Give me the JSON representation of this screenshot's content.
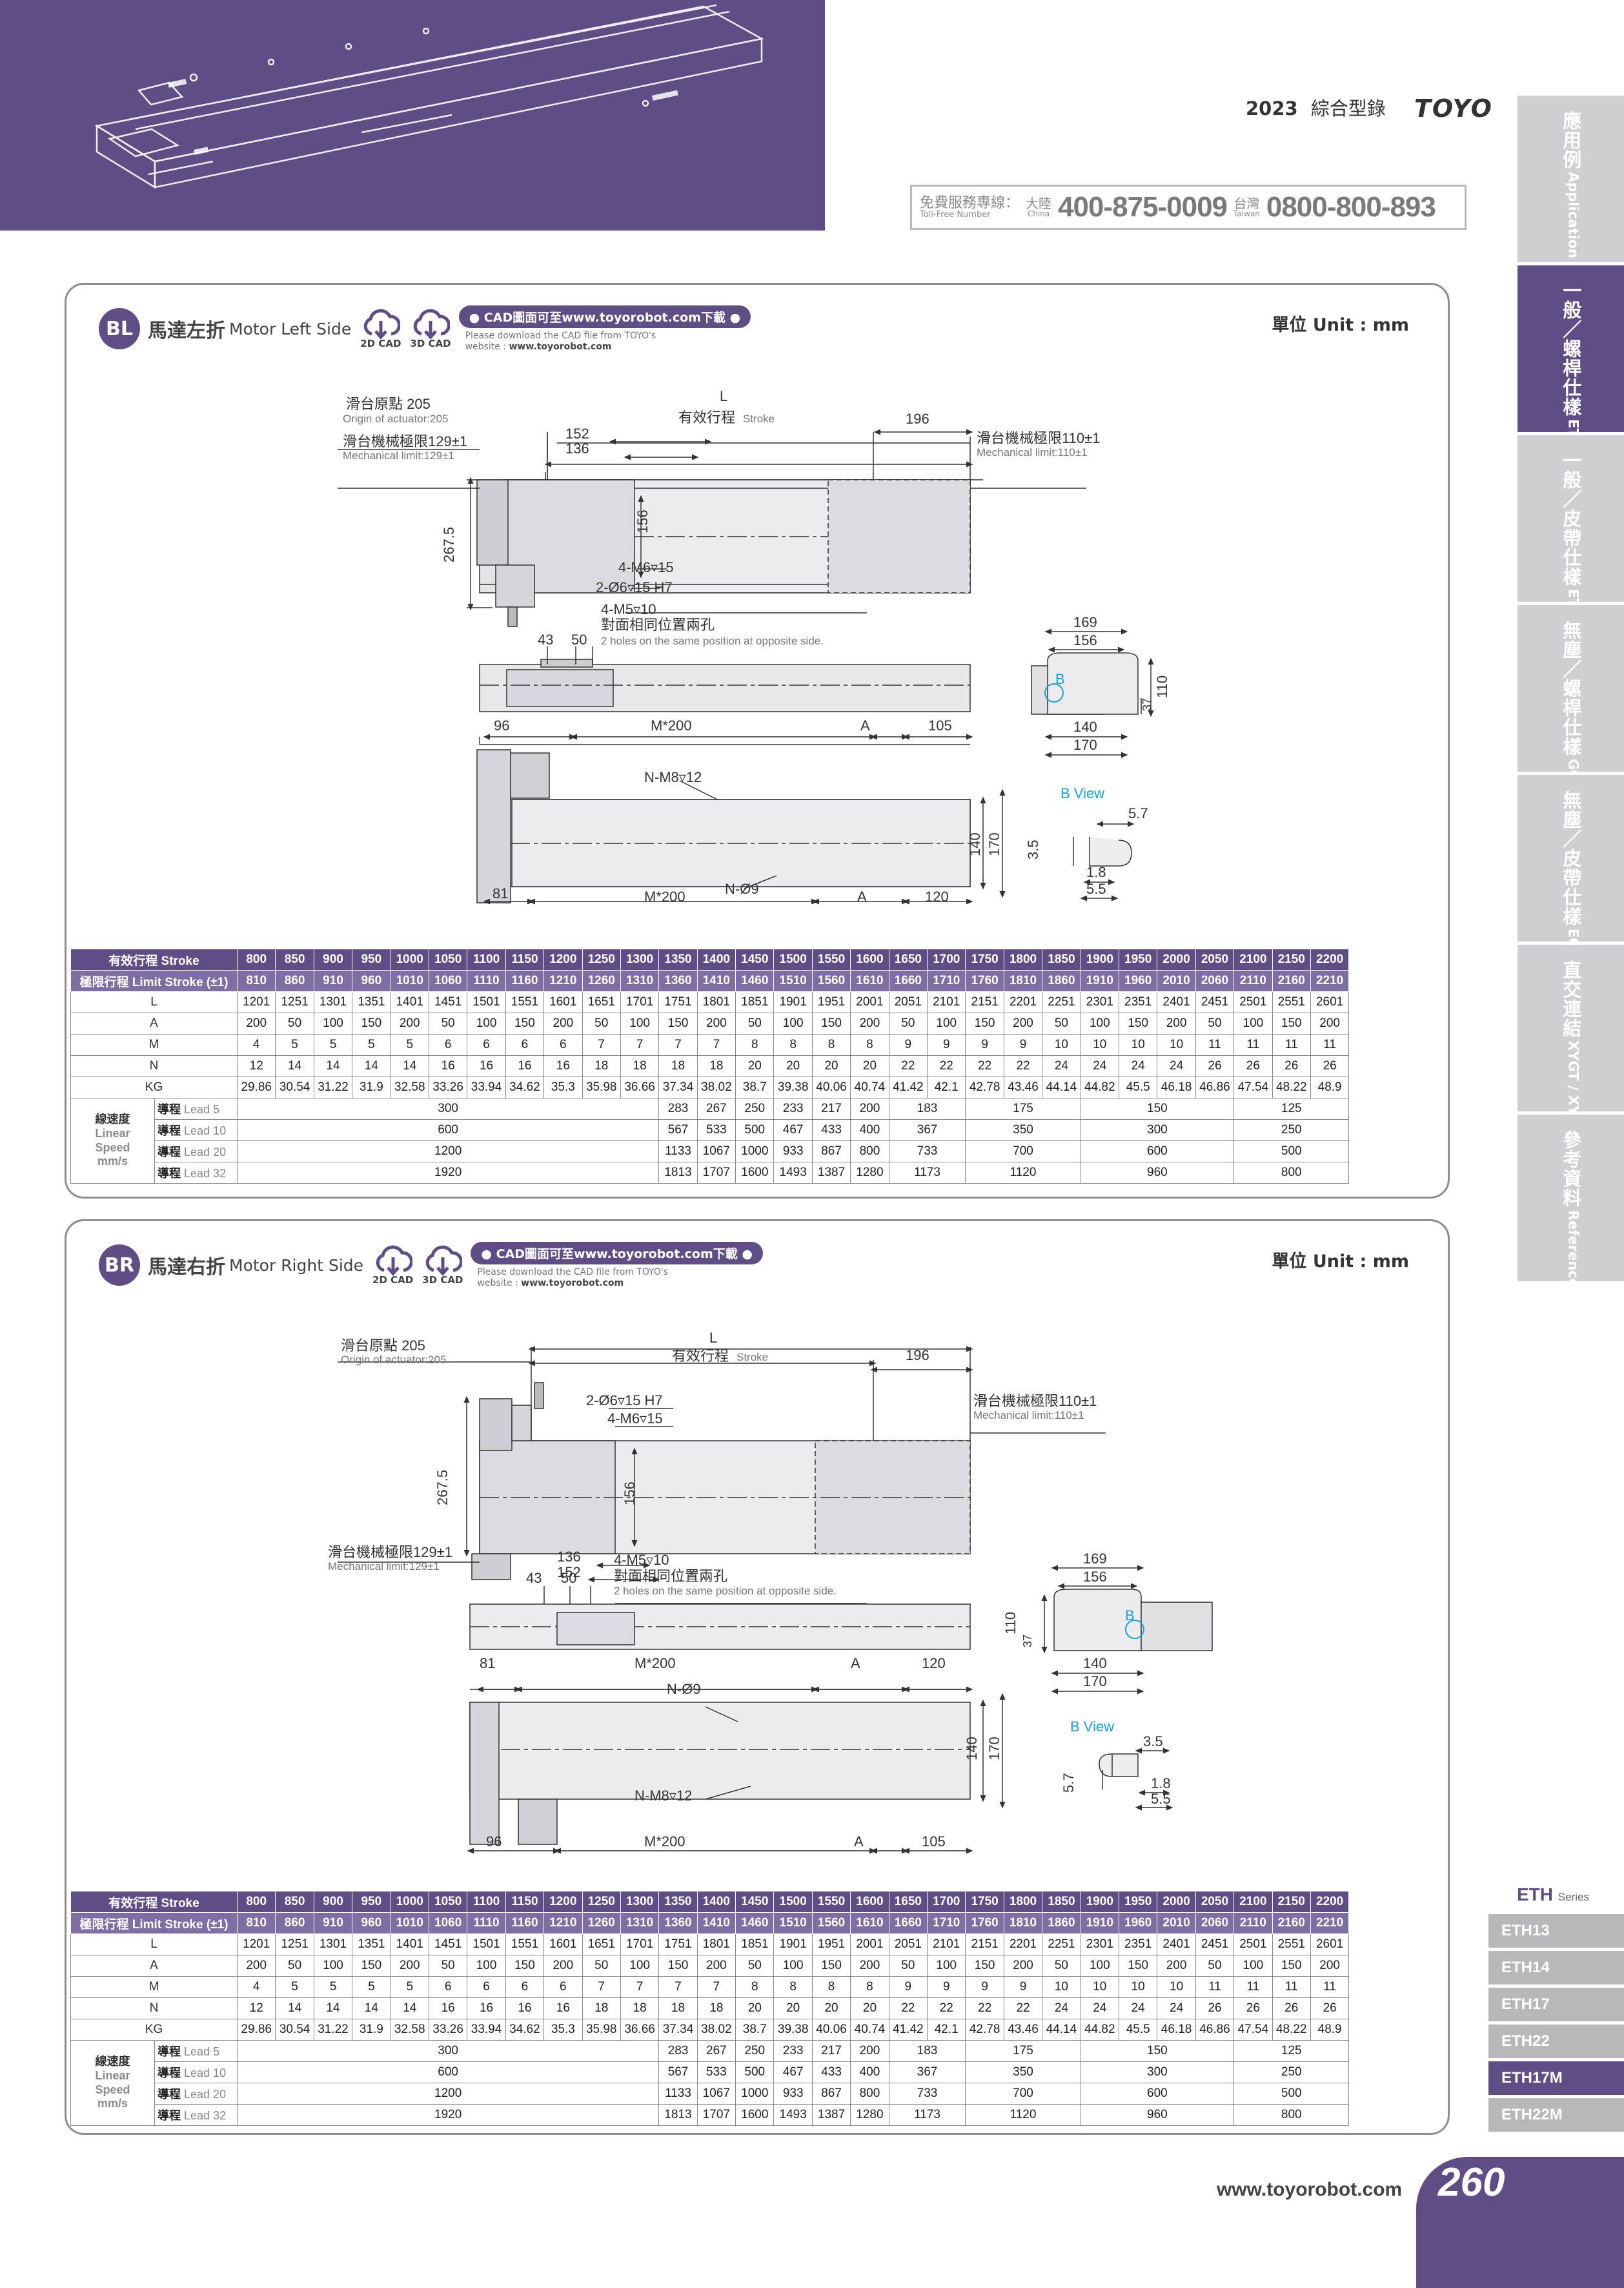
{
  "header": {
    "year": "2023",
    "catalog_title": "綜合型錄",
    "brand": "TOYO",
    "hotline": {
      "label_cn": "免費服務專線：",
      "label_en": "Toll-Free Number",
      "china_cn": "大陸",
      "china_en": "China",
      "china_number": "400-875-0009",
      "taiwan_cn": "台灣",
      "taiwan_en": "Taiwan",
      "taiwan_number": "0800-800-893"
    }
  },
  "side_tabs": [
    {
      "cn": "應用例",
      "en": "Application",
      "active": false
    },
    {
      "cn": "一般／螺桿仕樣",
      "en": "ETH",
      "active": true
    },
    {
      "cn": "一般／皮帶仕樣",
      "en": "ETB / M",
      "active": false
    },
    {
      "cn": "無塵／螺桿仕樣",
      "en": "GCH / ECH",
      "active": false
    },
    {
      "cn": "無塵／皮帶仕樣",
      "en": "ECB",
      "active": false
    },
    {
      "cn": "直交連結",
      "en": "XYGT / XYTH / XYTB",
      "active": false
    },
    {
      "cn": "參考資料",
      "en": "Reference",
      "active": false
    }
  ],
  "panels": {
    "bl": {
      "badge": "BL",
      "title_zh": "馬達左折",
      "title_en": "Motor Left Side",
      "cad2d": "2D CAD",
      "cad3d": "3D CAD",
      "cad_pill": "● CAD圖面可至www.toyorobot.com下載 ●",
      "cad_note1": "Please download the CAD file from TOYO's",
      "cad_note2a": "website : ",
      "cad_note2b": "www.toyorobot.com",
      "unit": "單位 Unit : mm",
      "drawing": {
        "origin_zh": "滑台原點 205",
        "origin_en": "Origin of actuator:205",
        "L": "L",
        "stroke_zh": "有效行程",
        "stroke_en": "Stroke",
        "d196": "196",
        "mech_left_zh": "滑台機械極限129±1",
        "mech_left_en": "Mechanical limit:129±1",
        "mech_right_zh": "滑台機械極限110±1",
        "mech_right_en": "Mechanical limit:110±1",
        "d152": "152",
        "d136": "136",
        "d156": "156",
        "d267": "267.5",
        "m6": "4-M6▿15",
        "pin": "2-Ø6▿15 H7",
        "m5": "4-M5▿10",
        "holes_zh": "對面相同位置兩孔",
        "holes_en": "2 holes on the same position at opposite side.",
        "d43": "43",
        "d50": "50",
        "d169": "169",
        "d156b": "156",
        "d110": "110",
        "d37": "37",
        "d140": "140",
        "d170": "170",
        "b": "B",
        "d96": "96",
        "m200": "M*200",
        "a": "A",
        "d105": "105",
        "m8": "N-M8▿12",
        "d140v": "140",
        "d170v": "170",
        "d81": "81",
        "m200b": "M*200",
        "n9": "N-Ø9",
        "ab": "A",
        "d120": "120",
        "bview": "B View",
        "d57": "5.7",
        "d35": "3.5",
        "d18": "1.8",
        "d55": "5.5"
      }
    },
    "br": {
      "badge": "BR",
      "title_zh": "馬達右折",
      "title_en": "Motor Right Side",
      "cad2d": "2D CAD",
      "cad3d": "3D CAD",
      "cad_pill": "● CAD圖面可至www.toyorobot.com下載 ●",
      "cad_note1": "Please download the CAD file from TOYO's",
      "cad_note2a": "website : ",
      "cad_note2b": "www.toyorobot.com",
      "unit": "單位 Unit : mm",
      "drawing": {
        "origin_zh": "滑台原點 205",
        "origin_en": "Origin of actuator:205",
        "L": "L",
        "stroke_zh": "有效行程",
        "stroke_en": "Stroke",
        "d196": "196",
        "pin": "2-Ø6▿15 H7",
        "m6": "4-M6▿15",
        "mech_right_zh": "滑台機械極限110±1",
        "mech_right_en": "Mechanical limit:110±1",
        "d267": "267.5",
        "d156": "156",
        "mech_left_zh": "滑台機械極限129±1",
        "mech_left_en": "Mechanical limit:129±1",
        "d136": "136",
        "d152": "152",
        "m5": "4-M5▿10",
        "holes_zh": "對面相同位置兩孔",
        "holes_en": "2 holes on the same position at opposite side.",
        "d43": "43",
        "d50": "50",
        "d169": "169",
        "d156b": "156",
        "d110": "110",
        "d37": "37",
        "d140": "140",
        "d170": "170",
        "b": "B",
        "d81": "81",
        "m200": "M*200",
        "a": "A",
        "d120": "120",
        "n9": "N-Ø9",
        "d140v": "140",
        "d170v": "170",
        "m8": "N-M8▿12",
        "d96": "96",
        "m200b": "M*200",
        "ab": "A",
        "d105": "105",
        "bview": "B View",
        "d35": "3.5",
        "d57": "5.7",
        "d18": "1.8",
        "d55": "5.5"
      }
    }
  },
  "spec_table": {
    "stroke_label": "有效行程 Stroke",
    "limit_label": "極限行程 Limit Stroke (±1)",
    "stroke": [
      "800",
      "850",
      "900",
      "950",
      "1000",
      "1050",
      "1100",
      "1150",
      "1200",
      "1250",
      "1300",
      "1350",
      "1400",
      "1450",
      "1500",
      "1550",
      "1600",
      "1650",
      "1700",
      "1750",
      "1800",
      "1850",
      "1900",
      "1950",
      "2000",
      "2050",
      "2100",
      "2150",
      "2200"
    ],
    "limit": [
      "810",
      "860",
      "910",
      "960",
      "1010",
      "1060",
      "1110",
      "1160",
      "1210",
      "1260",
      "1310",
      "1360",
      "1410",
      "1460",
      "1510",
      "1560",
      "1610",
      "1660",
      "1710",
      "1760",
      "1810",
      "1860",
      "1910",
      "1960",
      "2010",
      "2060",
      "2110",
      "2160",
      "2210"
    ],
    "rows": [
      {
        "label": "L",
        "values": [
          "1201",
          "1251",
          "1301",
          "1351",
          "1401",
          "1451",
          "1501",
          "1551",
          "1601",
          "1651",
          "1701",
          "1751",
          "1801",
          "1851",
          "1901",
          "1951",
          "2001",
          "2051",
          "2101",
          "2151",
          "2201",
          "2251",
          "2301",
          "2351",
          "2401",
          "2451",
          "2501",
          "2551",
          "2601"
        ]
      },
      {
        "label": "A",
        "values": [
          "200",
          "50",
          "100",
          "150",
          "200",
          "50",
          "100",
          "150",
          "200",
          "50",
          "100",
          "150",
          "200",
          "50",
          "100",
          "150",
          "200",
          "50",
          "100",
          "150",
          "200",
          "50",
          "100",
          "150",
          "200",
          "50",
          "100",
          "150",
          "200"
        ]
      },
      {
        "label": "M",
        "values": [
          "4",
          "5",
          "5",
          "5",
          "5",
          "6",
          "6",
          "6",
          "6",
          "7",
          "7",
          "7",
          "7",
          "8",
          "8",
          "8",
          "8",
          "9",
          "9",
          "9",
          "9",
          "10",
          "10",
          "10",
          "10",
          "11",
          "11",
          "11",
          "11"
        ]
      },
      {
        "label": "N",
        "values": [
          "12",
          "14",
          "14",
          "14",
          "14",
          "16",
          "16",
          "16",
          "16",
          "18",
          "18",
          "18",
          "18",
          "20",
          "20",
          "20",
          "20",
          "22",
          "22",
          "22",
          "22",
          "24",
          "24",
          "24",
          "24",
          "26",
          "26",
          "26",
          "26"
        ]
      },
      {
        "label": "KG",
        "values": [
          "29.86",
          "30.54",
          "31.22",
          "31.9",
          "32.58",
          "33.26",
          "33.94",
          "34.62",
          "35.3",
          "35.98",
          "36.66",
          "37.34",
          "38.02",
          "38.7",
          "39.38",
          "40.06",
          "40.74",
          "41.42",
          "42.1",
          "42.78",
          "43.46",
          "44.14",
          "44.82",
          "45.5",
          "46.18",
          "46.86",
          "47.54",
          "48.22",
          "48.9"
        ]
      }
    ],
    "speed_label_zh": "線速度",
    "speed_label_en1": "Linear",
    "speed_label_en2": "Speed",
    "speed_unit": "mm/s",
    "lead_zh": "導程",
    "speed_rows": [
      {
        "lead": "Lead 5",
        "cells": [
          {
            "span": 11,
            "v": "300"
          },
          {
            "span": 1,
            "v": "283"
          },
          {
            "span": 1,
            "v": "267"
          },
          {
            "span": 1,
            "v": "250"
          },
          {
            "span": 1,
            "v": "233"
          },
          {
            "span": 1,
            "v": "217"
          },
          {
            "span": 1,
            "v": "200"
          },
          {
            "span": 2,
            "v": "183"
          },
          {
            "span": 3,
            "v": "175"
          },
          {
            "span": 4,
            "v": "150"
          },
          {
            "span": 4,
            "v": "125"
          }
        ]
      },
      {
        "lead": "Lead 10",
        "cells": [
          {
            "span": 11,
            "v": "600"
          },
          {
            "span": 1,
            "v": "567"
          },
          {
            "span": 1,
            "v": "533"
          },
          {
            "span": 1,
            "v": "500"
          },
          {
            "span": 1,
            "v": "467"
          },
          {
            "span": 1,
            "v": "433"
          },
          {
            "span": 1,
            "v": "400"
          },
          {
            "span": 2,
            "v": "367"
          },
          {
            "span": 3,
            "v": "350"
          },
          {
            "span": 4,
            "v": "300"
          },
          {
            "span": 4,
            "v": "250"
          }
        ]
      },
      {
        "lead": "Lead 20",
        "cells": [
          {
            "span": 11,
            "v": "1200"
          },
          {
            "span": 1,
            "v": "1133"
          },
          {
            "span": 1,
            "v": "1067"
          },
          {
            "span": 1,
            "v": "1000"
          },
          {
            "span": 1,
            "v": "933"
          },
          {
            "span": 1,
            "v": "867"
          },
          {
            "span": 1,
            "v": "800"
          },
          {
            "span": 2,
            "v": "733"
          },
          {
            "span": 3,
            "v": "700"
          },
          {
            "span": 4,
            "v": "600"
          },
          {
            "span": 4,
            "v": "500"
          }
        ]
      },
      {
        "lead": "Lead 32",
        "cells": [
          {
            "span": 11,
            "v": "1920"
          },
          {
            "span": 1,
            "v": "1813"
          },
          {
            "span": 1,
            "v": "1707"
          },
          {
            "span": 1,
            "v": "1600"
          },
          {
            "span": 1,
            "v": "1493"
          },
          {
            "span": 1,
            "v": "1387"
          },
          {
            "span": 1,
            "v": "1280"
          },
          {
            "span": 2,
            "v": "1173"
          },
          {
            "span": 3,
            "v": "1120"
          },
          {
            "span": 4,
            "v": "960"
          },
          {
            "span": 4,
            "v": "800"
          }
        ]
      }
    ]
  },
  "series": {
    "name": "ETH",
    "suffix": "Series",
    "items": [
      {
        "label": "ETH13",
        "active": false
      },
      {
        "label": "ETH14",
        "active": false
      },
      {
        "label": "ETH17",
        "active": false
      },
      {
        "label": "ETH22",
        "active": false
      },
      {
        "label": "ETH17M",
        "active": true
      },
      {
        "label": "ETH22M",
        "active": false
      }
    ]
  },
  "footer": {
    "website": "www.toyorobot.com",
    "page_number": "260"
  },
  "colors": {
    "brand_purple": "#5f4e86",
    "tab_grey": "#cfcfd1",
    "accent_blue": "#1aa0d8"
  }
}
